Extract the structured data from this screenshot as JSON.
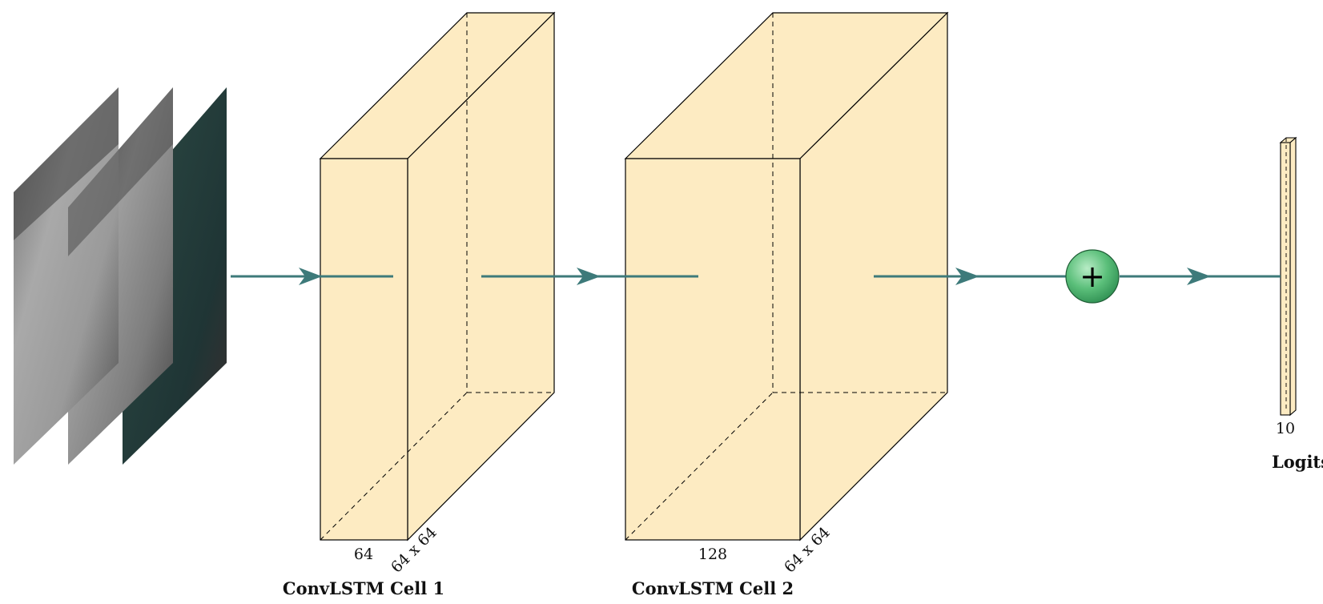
{
  "diagram": {
    "input": {
      "frames": 3
    },
    "layers": [
      {
        "id": "cell1",
        "channels_label": "64",
        "spatial_label": "64 x 64",
        "title": "ConvLSTM Cell 1"
      },
      {
        "id": "cell2",
        "channels_label": "128",
        "spatial_label": "64 x 64",
        "title": "ConvLSTM Cell 2"
      },
      {
        "id": "logits",
        "channels_label": "10",
        "title": "Logits"
      }
    ],
    "sum_node": {
      "symbol": "+"
    },
    "colors": {
      "block_fill": "#fdebc2",
      "block_edge": "#000000",
      "arrow": "#3d7a7a",
      "sum_node": "#5bbf7a"
    }
  }
}
